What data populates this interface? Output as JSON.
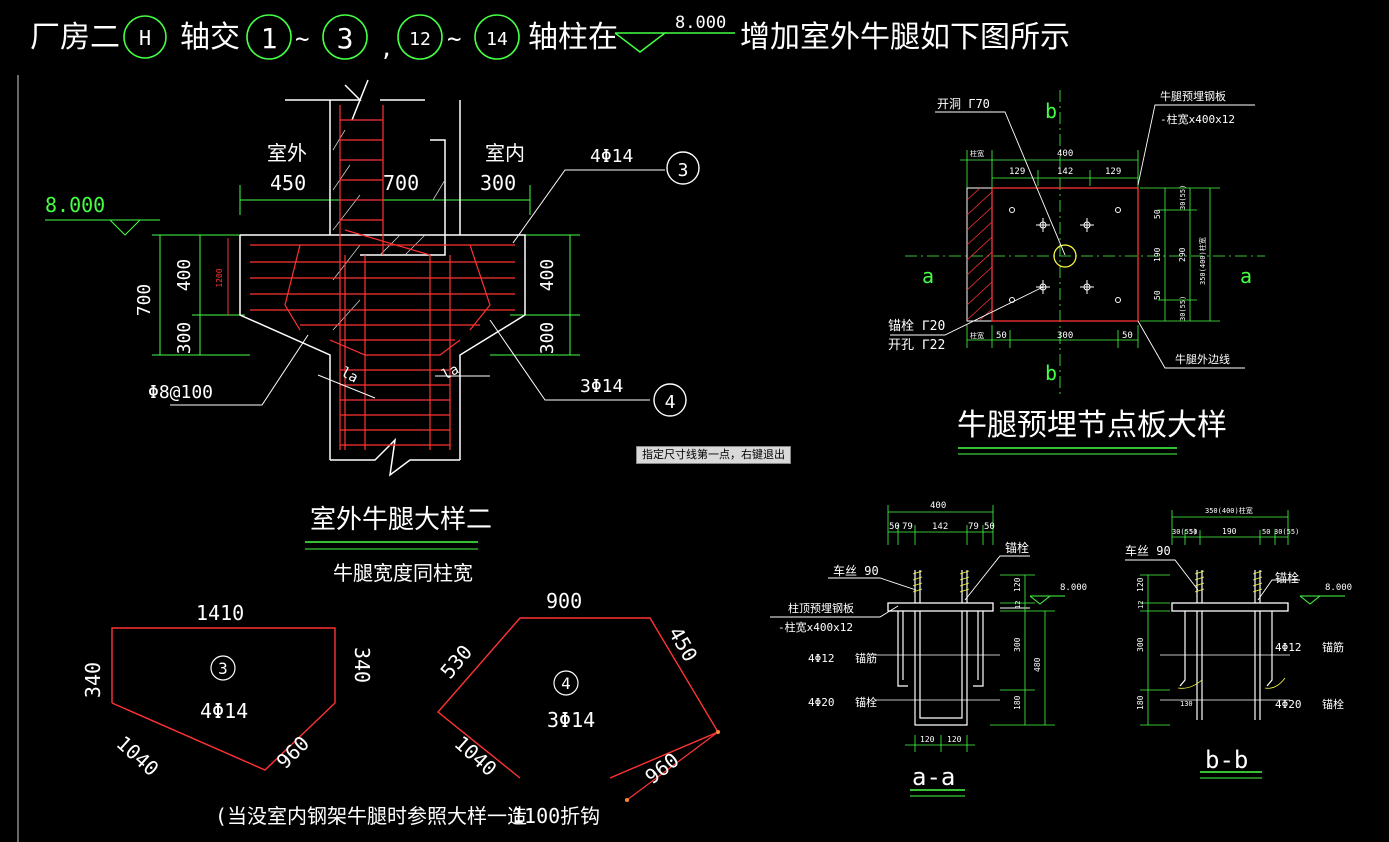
{
  "header": {
    "prefix": "厂房二",
    "axis_h": "H",
    "word_axis_cross": "轴交",
    "axis_1": "1",
    "tilde_1": "~",
    "axis_3": "3",
    "comma": ",",
    "axis_12": "12",
    "tilde_2": "~",
    "axis_14": "14",
    "word_axis_col": "轴柱在",
    "elevation": "8.000",
    "suffix": "增加室外牛腿如下图所示"
  },
  "corbel_detail": {
    "elev": "8.000",
    "outdoor": "室外",
    "indoor": "室内",
    "dim_450": "450",
    "dim_700_top": "700",
    "dim_300_top": "300",
    "dim_700_left": "700",
    "dim_400_left": "400",
    "dim_300_left": "300",
    "dim_small_left": "1200",
    "dim_400_right": "400",
    "dim_300_right": "300",
    "rebar_top": "4Φ14",
    "rebar_bottom": "3Φ14",
    "stirrup": "Φ8@100",
    "anchor_la_1": "la",
    "anchor_la_2": "la",
    "mark_3": "3",
    "mark_4": "4",
    "title": "室外牛腿大样二",
    "note": "牛腿宽度同柱宽"
  },
  "tooltip": "指定尺寸线第一点，右键退出",
  "bar_shapes": {
    "bar3_len": "1410",
    "bar3_left": "340",
    "bar3_right": "340",
    "bar3_diag_left": "1040",
    "bar3_diag_right": "960",
    "bar3_mark": "3",
    "bar3_spec": "4Φ14",
    "bar4_len": "900",
    "bar4_left": "530",
    "bar4_right": "450",
    "bar4_diag_left": "1040",
    "bar4_diag_right": "960",
    "bar4_mark": "4",
    "bar4_spec": "3Φ14",
    "note": "(当没室内钢架牛腿时参照大样一造",
    "hook": "1100折钩"
  },
  "plate_detail": {
    "label_b_top": "b",
    "label_b_bot": "b",
    "label_a_left": "a",
    "label_a_right": "a",
    "hole_top": "开洞 Γ70",
    "embed_plate": "牛腿预埋钢板",
    "plate_spec": "-柱宽x400x12",
    "dim_400": "400",
    "dim_129a": "129",
    "dim_142": "142",
    "dim_129b": "129",
    "dim_300": "300",
    "dim_50a": "50",
    "dim_50b": "50",
    "dim_r50a": "50",
    "dim_r190": "190",
    "dim_r50b": "50",
    "dim_r290": "290",
    "dim_r30a": "30(55)",
    "dim_r30b": "30(55)",
    "dim_r350": "350(400)柱宽",
    "bolt": "锚栓 Γ20",
    "hole_bot": "开孔 Γ22",
    "outline": "牛腿外边线",
    "small_a": "柱宽",
    "small_b": "柱宽",
    "title": "牛腿预埋节点板大样"
  },
  "section_aa": {
    "dim_400": "400",
    "dims_top": [
      "50",
      "79",
      "142",
      "79",
      "50"
    ],
    "anchor_lbl": "锚栓",
    "thread": "车丝 90",
    "plate1": "柱顶预埋钢板",
    "plate2": "-柱宽x400x12",
    "elev": "8.000",
    "rebar1": "4Φ12",
    "rebar1_lbl": "锚筋",
    "rebar2": "4Φ20",
    "rebar2_lbl": "锚栓",
    "v120": "120",
    "v12": "12",
    "v300": "300",
    "v180": "180",
    "v480": "480",
    "b120a": "120",
    "b120b": "120",
    "title": "a-a"
  },
  "section_bb": {
    "dim_top": "350(400)柱宽",
    "dims_top": [
      "30(55)",
      "50",
      "190",
      "50",
      "30(55)"
    ],
    "thread": "车丝 90",
    "anchor_lbl": "锚栓",
    "elev": "8.000",
    "rebar1": "4Φ12",
    "rebar1_lbl": "锚筋",
    "rebar2": "4Φ20",
    "rebar2_lbl": "锚栓",
    "v120": "120",
    "v12": "12",
    "v300": "300",
    "v180": "180",
    "hook": "130",
    "title": "b-b"
  }
}
